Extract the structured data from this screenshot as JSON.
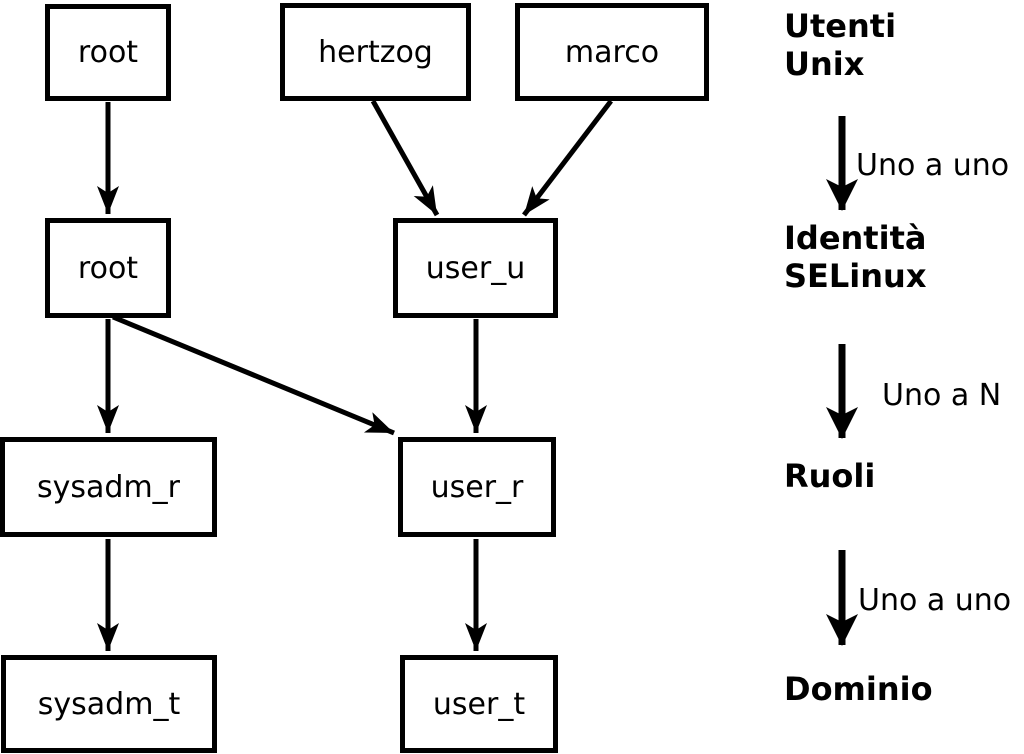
{
  "diagram": {
    "nodes": [
      {
        "id": "unix-root",
        "label": "root"
      },
      {
        "id": "unix-hertzog",
        "label": "hertzog"
      },
      {
        "id": "unix-marco",
        "label": "marco"
      },
      {
        "id": "selinux-root",
        "label": "root"
      },
      {
        "id": "selinux-user-u",
        "label": "user_u"
      },
      {
        "id": "role-sysadm-r",
        "label": "sysadm_r"
      },
      {
        "id": "role-user-r",
        "label": "user_r"
      },
      {
        "id": "domain-sysadm-t",
        "label": "sysadm_t"
      },
      {
        "id": "domain-user-t",
        "label": "user_t"
      }
    ],
    "edges": [
      {
        "from": "unix-root",
        "to": "selinux-root"
      },
      {
        "from": "unix-hertzog",
        "to": "selinux-user-u"
      },
      {
        "from": "unix-marco",
        "to": "selinux-user-u"
      },
      {
        "from": "selinux-root",
        "to": "role-sysadm-r"
      },
      {
        "from": "selinux-root",
        "to": "role-user-r"
      },
      {
        "from": "selinux-user-u",
        "to": "role-user-r"
      },
      {
        "from": "role-sysadm-r",
        "to": "domain-sysadm-t"
      },
      {
        "from": "role-user-r",
        "to": "domain-user-t"
      }
    ]
  },
  "legend": {
    "stages": [
      {
        "label": "Utenti\nUnix"
      },
      {
        "label": "Identità\nSELinux"
      },
      {
        "label": "Ruoli"
      },
      {
        "label": "Dominio"
      }
    ],
    "arrow_labels": [
      "Uno a uno",
      "Uno a N",
      "Uno a uno"
    ]
  },
  "colors": {
    "foreground": "#000000",
    "background": "#ffffff"
  }
}
